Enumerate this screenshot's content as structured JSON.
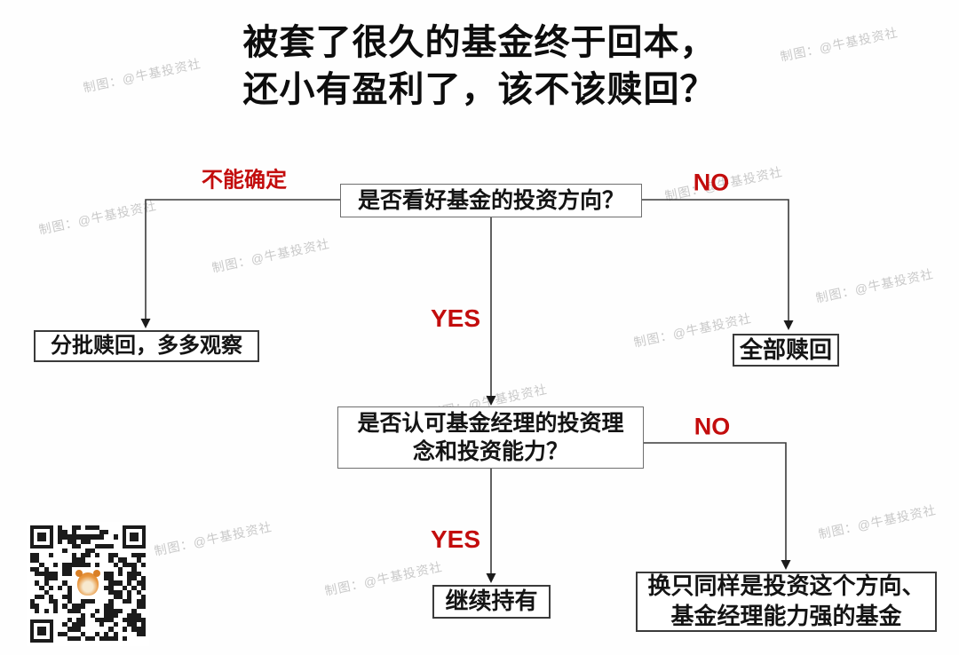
{
  "title": {
    "line1": "被套了很久的基金终于回本，",
    "line2": "还小有盈利了，该不该赎回？"
  },
  "watermark_text": "制图：@牛基投资社",
  "colors": {
    "accent_red": "#c30d0d",
    "line_color": "#3a3a3a",
    "watermark_gray": "#c9c9c9",
    "background": "#fefefe"
  },
  "flowchart": {
    "decision1": {
      "label": "是否看好基金的投资方向？"
    },
    "decision2": {
      "label": "是否认可基金经理的投资理念和投资能力？"
    },
    "branch_labels": {
      "uncertain": "不能确定",
      "no1": "NO",
      "yes1": "YES",
      "no2": "NO",
      "yes2": "YES"
    },
    "outcomes": {
      "partial_redeem": "分批赎回，多多观察",
      "full_redeem": "全部赎回",
      "hold": "继续持有",
      "switch_fund": "换只同样是投资这个方向、基金经理能力强的基金"
    }
  },
  "icons": {
    "qr_code": "qr-code",
    "mascot": "bull-mascot-icon"
  }
}
